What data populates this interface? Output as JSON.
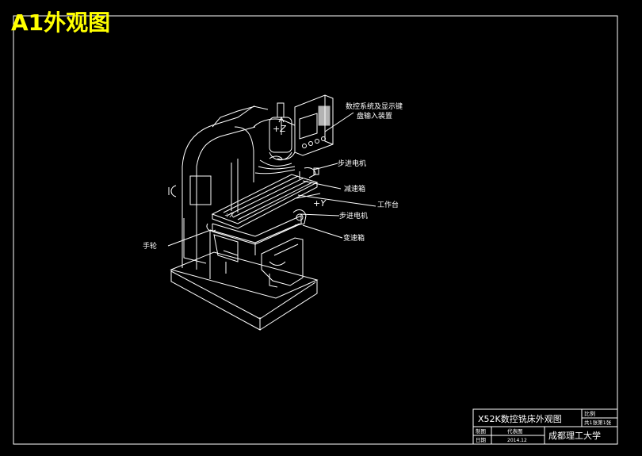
{
  "overlay_title": "A1外观图",
  "axis_labels": {
    "z": "+Z",
    "y": "+Y",
    "x": "+X"
  },
  "callouts": [
    {
      "id": "cnc-panel",
      "lines": [
        "数控系统及显示键",
        "盘输入装置"
      ]
    },
    {
      "id": "stepper-motor-1",
      "lines": [
        "步进电机"
      ]
    },
    {
      "id": "reducer",
      "lines": [
        "减速箱"
      ]
    },
    {
      "id": "worktable",
      "lines": [
        "工作台"
      ]
    },
    {
      "id": "stepper-motor-2",
      "lines": [
        "步进电机"
      ]
    },
    {
      "id": "gearbox",
      "lines": [
        "变速箱"
      ]
    },
    {
      "id": "handwheel",
      "lines": [
        "手轮"
      ]
    }
  ],
  "title_block": {
    "drawing_title": "X52K数控铣床外观图",
    "scale_label": "比例",
    "sheet_label": "共1张第1张",
    "drawn_label": "制图",
    "drawn_name": "代表图",
    "date_label": "日期",
    "date_value": "2014.12",
    "institution": "成都理工大学"
  },
  "colors": {
    "background": "#000000",
    "lines": "#ffffff",
    "overlay_title": "#ffff00"
  }
}
